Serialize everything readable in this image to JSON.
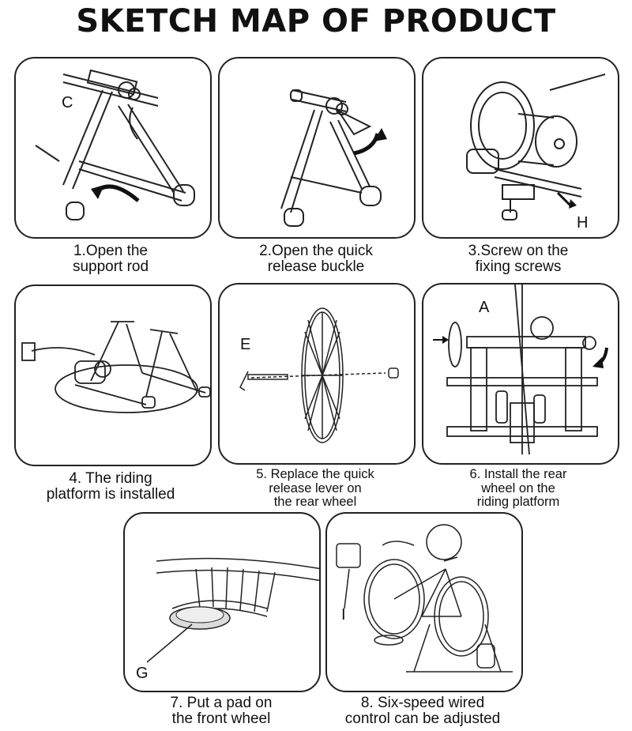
{
  "title": "SKETCH MAP OF PRODUCT",
  "steps": [
    {
      "caption": "1.Open the\nsupport rod",
      "label": "C"
    },
    {
      "caption": "2.Open the quick\nrelease buckle",
      "label": ""
    },
    {
      "caption": "3.Screw on the\nfixing screws",
      "label": "H"
    },
    {
      "caption": "4. The riding\nplatform is installed",
      "label": ""
    },
    {
      "caption": "5. Replace the quick\nrelease lever on\nthe rear wheel",
      "label": "E"
    },
    {
      "caption": "6. Install the rear\nwheel on the\nriding platform",
      "label": "A"
    },
    {
      "caption": "7. Put a pad on\nthe front wheel",
      "label": "G"
    },
    {
      "caption": "8. Six-speed wired\ncontrol can be adjusted",
      "label": "I"
    }
  ]
}
